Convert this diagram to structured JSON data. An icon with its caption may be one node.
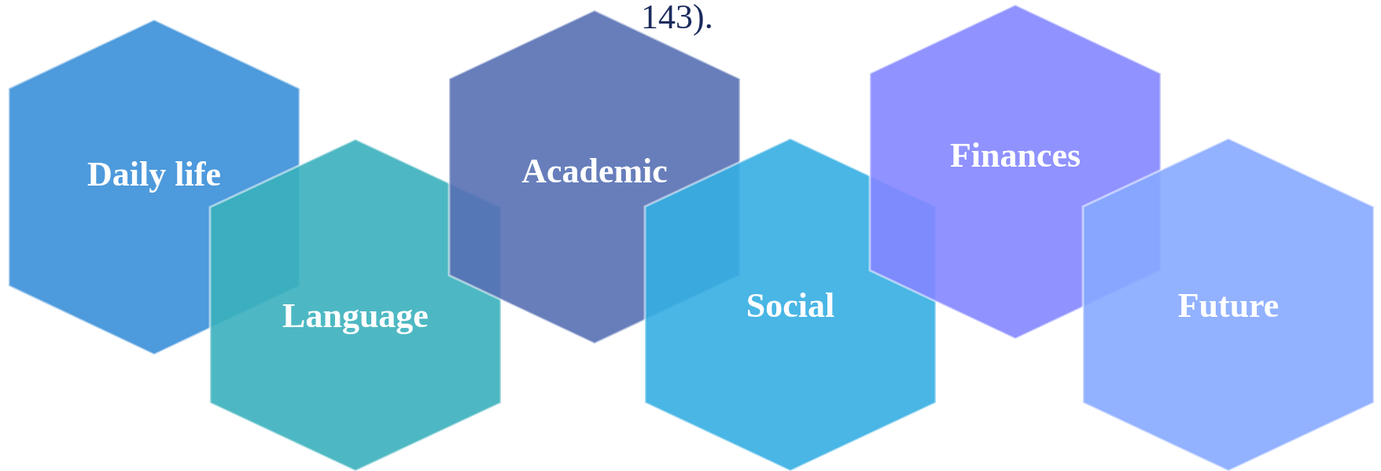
{
  "diagram": {
    "nodes": [
      {
        "text": [
          "Daily life"
        ]
      },
      {
        "text": [
          "Language"
        ]
      },
      {
        "text": [
          "Academic"
        ]
      },
      {
        "text": [
          "Social"
        ]
      },
      {
        "text": [
          "Finances"
        ]
      },
      {
        "text": [
          "Future"
        ]
      }
    ],
    "labels": [
      "143)."
    ]
  }
}
